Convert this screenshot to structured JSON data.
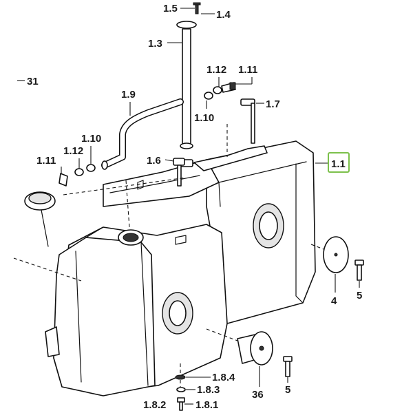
{
  "callouts": {
    "p1_5": "1.5",
    "p1_4": "1.4",
    "p1_3": "1.3",
    "p1_12_top": "1.12",
    "p1_11_top": "1.11",
    "p31": "31",
    "p1_9": "1.9",
    "p1_10_top": "1.10",
    "p1_7": "1.7",
    "p1_10_left": "1.10",
    "p1_11_left": "1.11",
    "p1_12_left": "1.12",
    "p1_6": "1.6",
    "p1_1": "1.1",
    "p4": "4",
    "p5_right": "5",
    "p1_8_4": "1.8.4",
    "p1_8_3": "1.8.3",
    "p36": "36",
    "p5_bottom": "5",
    "p1_8_2": "1.8.2",
    "p1_8_1": "1.8.1"
  },
  "highlight": {
    "selected_callout": "1.1",
    "color": "#7cc04b"
  }
}
